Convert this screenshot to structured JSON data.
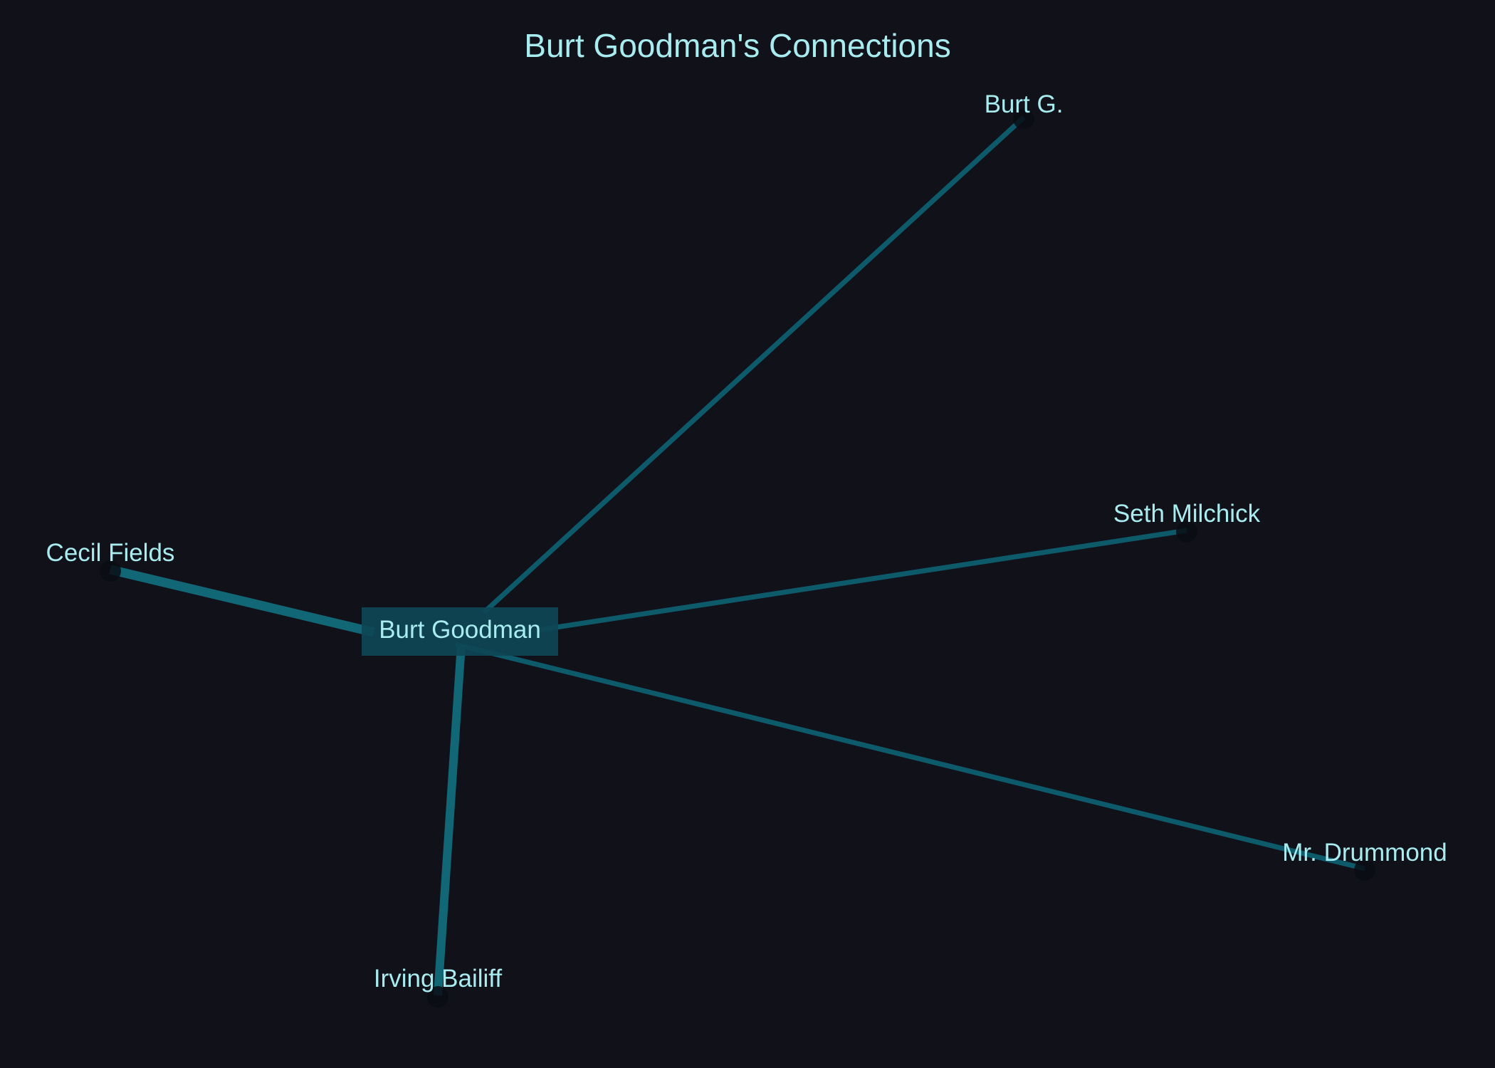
{
  "diagram": {
    "title": "Burt Goodman's Connections",
    "type": "network",
    "center": {
      "id": "burt-goodman",
      "label": "Burt Goodman"
    },
    "nodes": [
      {
        "id": "burt-g",
        "label": "Burt G."
      },
      {
        "id": "seth-milchick",
        "label": "Seth Milchick"
      },
      {
        "id": "cecil-fields",
        "label": "Cecil Fields"
      },
      {
        "id": "mr-drummond",
        "label": "Mr. Drummond"
      },
      {
        "id": "irving-bailiff",
        "label": "Irving Bailiff"
      }
    ],
    "edges": [
      {
        "source": "burt-goodman",
        "target": "burt-g",
        "weight": 1
      },
      {
        "source": "burt-goodman",
        "target": "seth-milchick",
        "weight": 1
      },
      {
        "source": "burt-goodman",
        "target": "cecil-fields",
        "weight": 3
      },
      {
        "source": "burt-goodman",
        "target": "mr-drummond",
        "weight": 1
      },
      {
        "source": "burt-goodman",
        "target": "irving-bailiff",
        "weight": 2
      }
    ],
    "colors": {
      "background": "#11111a",
      "text": "#a8ecf0",
      "edge": "#0d5a6b",
      "edge_strong": "#126776",
      "center_box": "#0e4656",
      "node_marker": "#0a0d14"
    }
  }
}
